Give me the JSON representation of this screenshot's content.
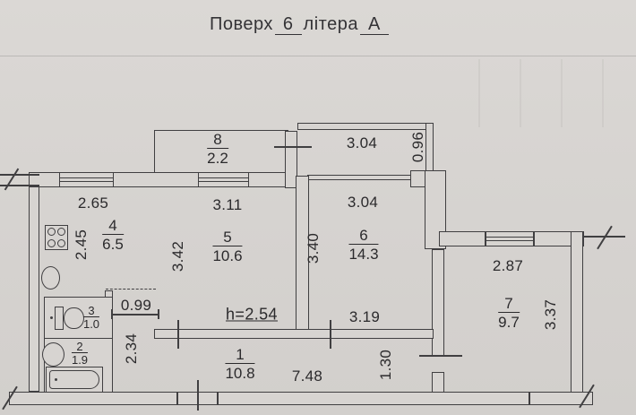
{
  "title": {
    "word1": "Поверх",
    "floor": "6",
    "word2": "літера",
    "letter": "А"
  },
  "ceiling_height": "h=2.54",
  "rooms": [
    {
      "number": "1",
      "area": "10.8"
    },
    {
      "number": "2",
      "area": "1.9"
    },
    {
      "number": "3",
      "area": "1.0"
    },
    {
      "number": "4",
      "area": "6.5"
    },
    {
      "number": "5",
      "area": "10.6"
    },
    {
      "number": "6",
      "area": "14.3"
    },
    {
      "number": "7",
      "area": "9.7"
    },
    {
      "number": "8",
      "area": "2.2"
    }
  ],
  "dimensions": {
    "kitchen_width": "2.65",
    "kitchen_depth": "2.45",
    "passage_width": "0.99",
    "passage_height": "2.34",
    "room5_width": "3.11",
    "room5_depth": "3.42",
    "loggia_width": "3.04",
    "loggia_depth": "0.96",
    "room6_width": "3.04",
    "room6_depth": "3.40",
    "room6_bottom": "3.19",
    "room7_width": "2.87",
    "room7_depth": "3.37",
    "corridor_length": "7.48",
    "corridor_width": "1.30"
  },
  "icons": [
    "stove-icon",
    "kitchen-sink-icon",
    "toilet-icon",
    "washbasin-icon",
    "bathtub-icon"
  ],
  "colors": {
    "paper": "#d7d4d1",
    "ink": "#403f41"
  }
}
